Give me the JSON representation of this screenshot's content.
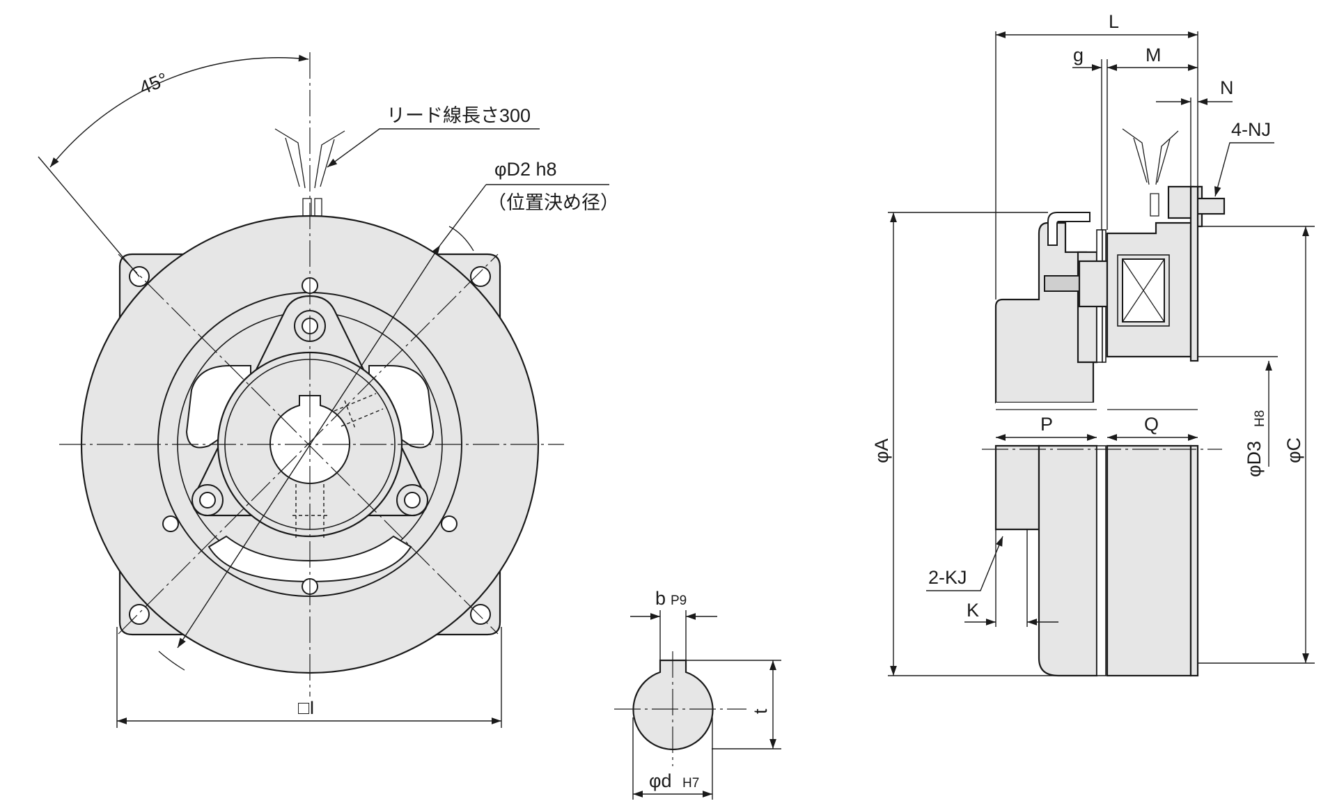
{
  "front_view": {
    "angle_label": "45°",
    "lead_wire_label": "リード線長さ300",
    "pilot_label": "φD2 h8",
    "pilot_note": "（位置決め径）",
    "square_label": "□I"
  },
  "keyway_view": {
    "b_label": "b",
    "b_tol": "P9",
    "t_label": "t",
    "d_label": "φd",
    "d_tol": "H7"
  },
  "side_view": {
    "L": "L",
    "g": "g",
    "M": "M",
    "N": "N",
    "NJ": "4-NJ",
    "A": "φA",
    "C": "φC",
    "D3": "φD3",
    "D3_tol": "H8",
    "P": "P",
    "Q": "Q",
    "KJ": "2-KJ",
    "K": "K"
  }
}
